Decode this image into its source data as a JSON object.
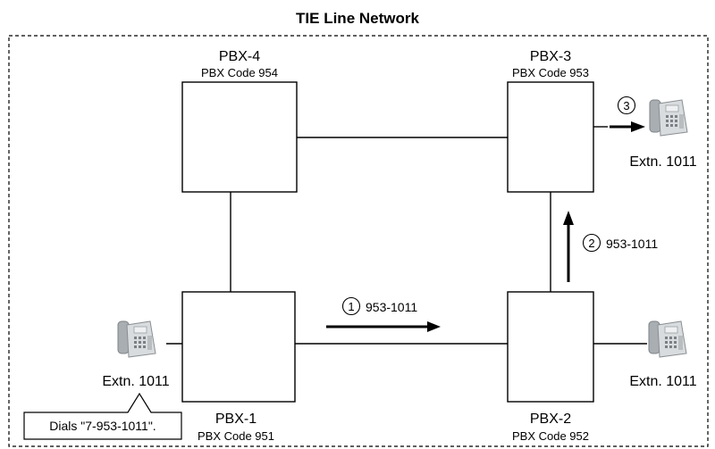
{
  "network": {
    "title": "TIE Line Network"
  },
  "pbx4": {
    "name": "PBX-4",
    "code": "PBX Code 954"
  },
  "pbx3": {
    "name": "PBX-3",
    "code": "PBX Code 953"
  },
  "pbx1": {
    "name": "PBX-1",
    "code": "PBX Code 951"
  },
  "pbx2": {
    "name": "PBX-2",
    "code": "PBX Code 952"
  },
  "phone_pbx3": {
    "label": "Extn. 1011"
  },
  "phone_pbx1": {
    "label": "Extn. 1011"
  },
  "phone_pbx2": {
    "label": "Extn. 1011"
  },
  "callout": {
    "text": "Dials \"7-953-1011\"."
  },
  "steps": [
    {
      "num": "1",
      "text": "953-1011"
    },
    {
      "num": "2",
      "text": "953-1011"
    },
    {
      "num": "3",
      "text": ""
    }
  ]
}
